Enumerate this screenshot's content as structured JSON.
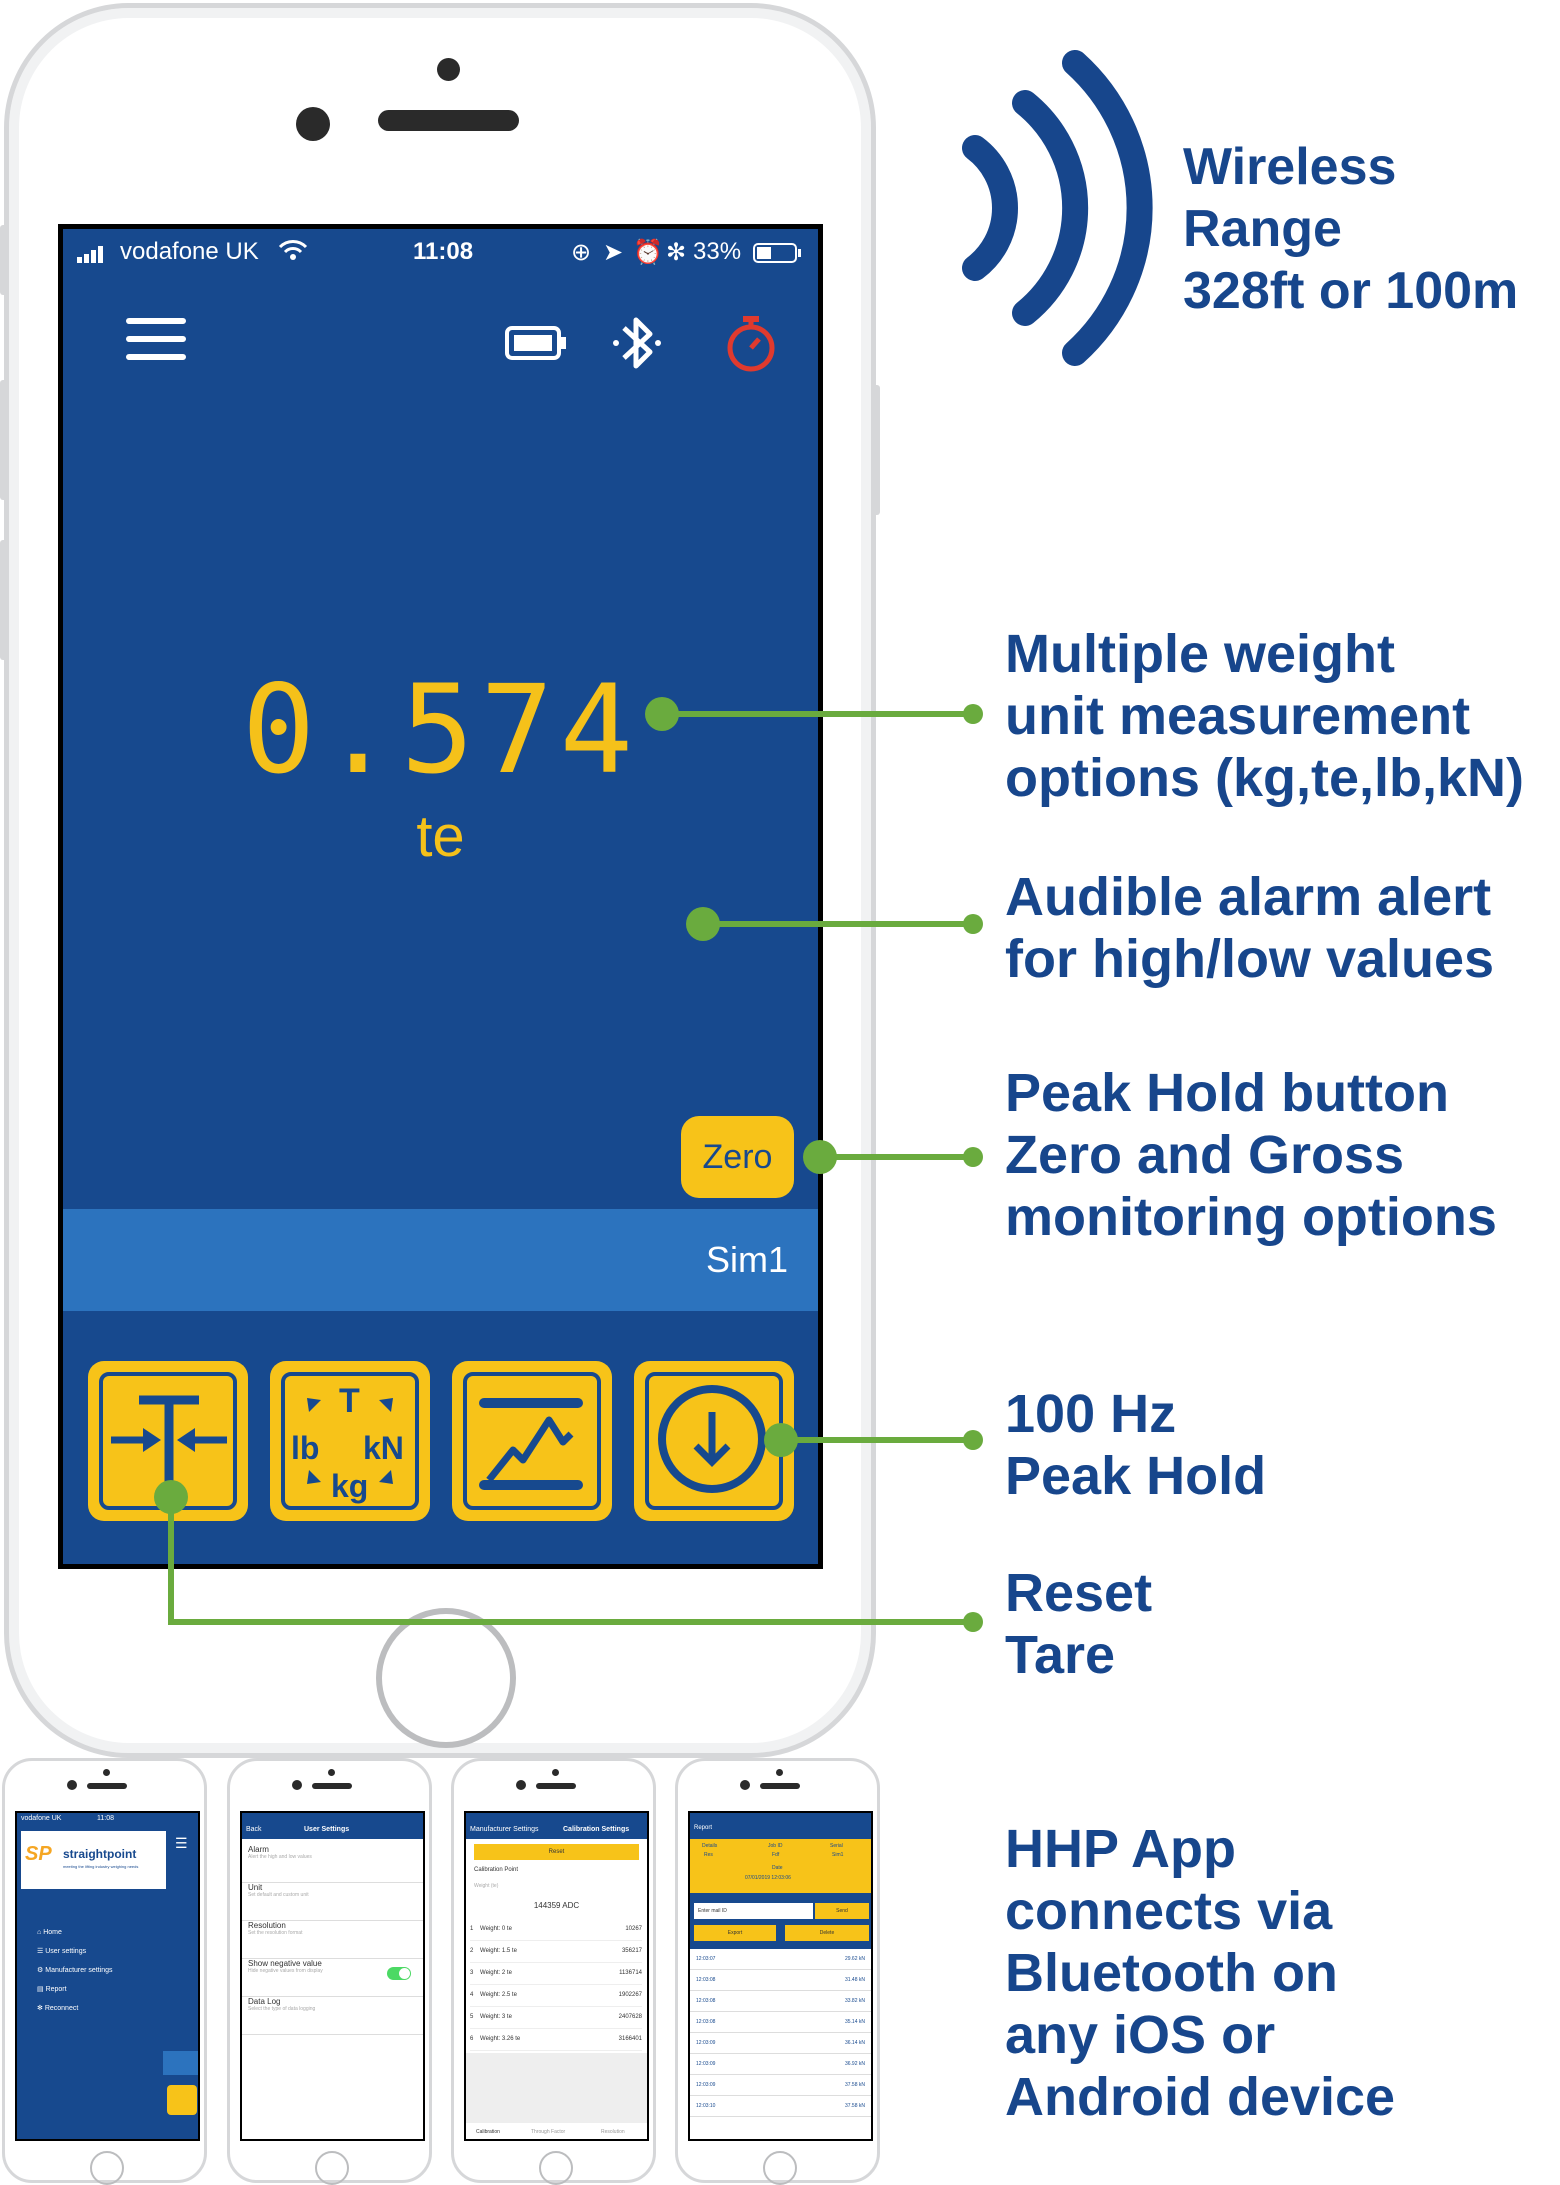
{
  "status_bar": {
    "carrier": "vodafone UK",
    "time": "11:08",
    "battery": "33%"
  },
  "app": {
    "reading": "0.574",
    "unit": "te",
    "zero_label": "Zero",
    "device_name": "Sim1",
    "unit_tile": {
      "t": "T",
      "lb": "lb",
      "kn": "kN",
      "kg": "kg"
    }
  },
  "colors": {
    "brand_blue": "#17498e",
    "accent_yellow": "#f7c319",
    "callout_green": "#6aab3e",
    "timer_red": "#e03a2e",
    "sim_bar": "#2c73be"
  },
  "icons": [
    "menu-icon",
    "battery-icon",
    "bluetooth-icon",
    "stopwatch-icon",
    "reset-tare-icon",
    "unit-switch-icon",
    "peak-hold-icon",
    "download-icon",
    "wireless-icon"
  ],
  "callouts": {
    "wireless": [
      "Wireless",
      "Range",
      "328ft or 100m"
    ],
    "units": [
      "Multiple weight",
      "unit measurement",
      "options (kg,te,lb,kN)"
    ],
    "alarm": [
      "Audible alarm alert",
      "for high/low values"
    ],
    "peak": [
      "Peak Hold button",
      "Zero and Gross",
      "monitoring options"
    ],
    "hz": [
      "100 Hz",
      "Peak Hold"
    ],
    "reset": [
      "Reset",
      "Tare"
    ],
    "app": [
      "HHP App",
      "connects via",
      "Bluetooth on",
      "any iOS or",
      "Android device"
    ]
  },
  "mini1": {
    "carrier": "vodafone UK",
    "time": "11:08",
    "brand": "straightpoint",
    "tagline": "meeting the lifting industry weighing needs",
    "menu": [
      "Home",
      "User settings",
      "Manufacturer settings",
      "Report",
      "Reconnect"
    ]
  },
  "mini2": {
    "back": "Back",
    "title": "User Settings",
    "items": [
      {
        "label": "Alarm",
        "desc": "Alert the high and low values"
      },
      {
        "label": "Unit",
        "desc": "Set default and custom unit"
      },
      {
        "label": "Resolution",
        "desc": "Set the resolution format"
      },
      {
        "label": "Show negative value",
        "desc": "Hide negative values from display"
      },
      {
        "label": "Data Log",
        "desc": "Select the type of data logging"
      }
    ]
  },
  "mini3": {
    "back": "Manufacturer Settings",
    "title": "Calibration Settings",
    "reset": "Reset",
    "cal_point": "Calibration Point",
    "weight_placeholder": "Weight (te)",
    "adc": "144359 ADC",
    "rows": [
      {
        "n": "1",
        "w": "Weight: 0 te",
        "v": "10267"
      },
      {
        "n": "2",
        "w": "Weight: 1.5 te",
        "v": "356217"
      },
      {
        "n": "3",
        "w": "Weight: 2 te",
        "v": "1136714"
      },
      {
        "n": "4",
        "w": "Weight: 2.5 te",
        "v": "1902267"
      },
      {
        "n": "5",
        "w": "Weight: 3 te",
        "v": "2407628"
      },
      {
        "n": "6",
        "w": "Weight: 3.26 te",
        "v": "3166401"
      }
    ],
    "tabs": [
      "Calibration",
      "Through Factor",
      "Resolution"
    ]
  },
  "mini4": {
    "back": "Report",
    "headers": [
      "Details",
      "Job ID",
      "Serial"
    ],
    "values": [
      "Res",
      "Fdf",
      "Sim1"
    ],
    "date_label": "Date",
    "date": "07/01/2019 12:03:06",
    "email_placeholder": "Enter mail ID",
    "send": "Send",
    "export": "Export",
    "delete": "Delete",
    "rows": [
      {
        "t": "12:03:07",
        "v": "29.62 kN"
      },
      {
        "t": "12:03:08",
        "v": "31.48 kN"
      },
      {
        "t": "12:03:08",
        "v": "33.82 kN"
      },
      {
        "t": "12:03:08",
        "v": "35.14 kN"
      },
      {
        "t": "12:03:09",
        "v": "36.14 kN"
      },
      {
        "t": "12:03:09",
        "v": "36.92 kN"
      },
      {
        "t": "12:03:09",
        "v": "37.58 kN"
      },
      {
        "t": "12:03:10",
        "v": "37.58 kN"
      }
    ]
  }
}
